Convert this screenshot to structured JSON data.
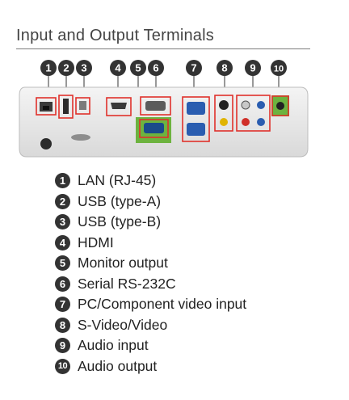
{
  "section": {
    "title": "Input and Output Terminals"
  },
  "panel": {
    "callouts": [
      "1",
      "2",
      "3",
      "4",
      "5",
      "6",
      "7",
      "8",
      "9",
      "10"
    ],
    "highlight_color": "#e0312b",
    "green_color": "#6db33f"
  },
  "legend": {
    "items": [
      {
        "num": "1",
        "label": "LAN (RJ-45)"
      },
      {
        "num": "2",
        "label": "USB (type-A)"
      },
      {
        "num": "3",
        "label": "USB (type-B)"
      },
      {
        "num": "4",
        "label": "HDMI"
      },
      {
        "num": "5",
        "label": "Monitor output"
      },
      {
        "num": "6",
        "label": "Serial RS-232C"
      },
      {
        "num": "7",
        "label": "PC/Component video input"
      },
      {
        "num": "8",
        "label": "S-Video/Video"
      },
      {
        "num": "9",
        "label": "Audio input"
      },
      {
        "num": "10",
        "label": "Audio output"
      }
    ]
  }
}
